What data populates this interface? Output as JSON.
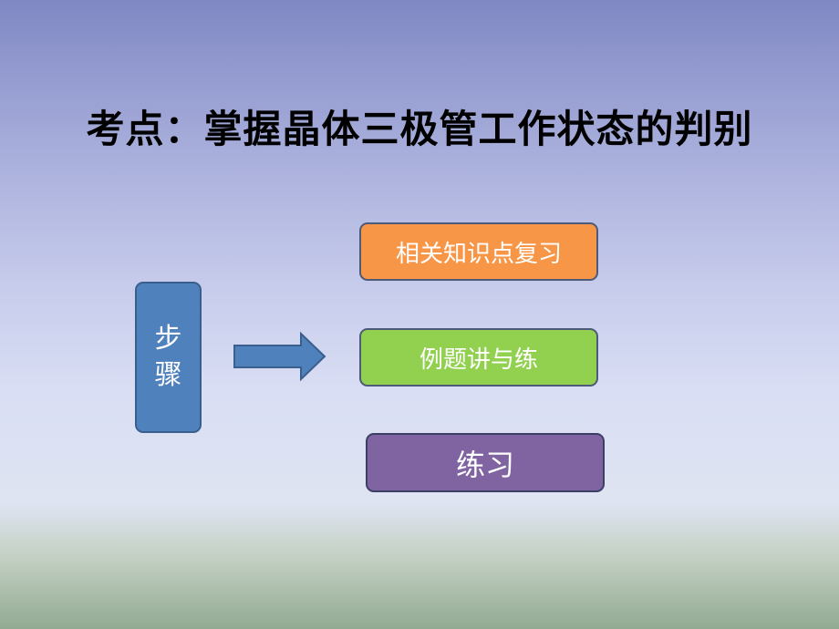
{
  "slide": {
    "title": "考点：掌握晶体三极管工作状态的判别",
    "steps_label": [
      "步",
      "骤"
    ],
    "items": [
      {
        "label": "相关知识点复习",
        "color": "#f79646"
      },
      {
        "label": "例题讲与练",
        "color": "#92d050"
      },
      {
        "label": "练习",
        "color": "#8064a2"
      }
    ],
    "colors": {
      "steps_box": "#4f81bd",
      "arrow": "#4f81bd"
    }
  }
}
